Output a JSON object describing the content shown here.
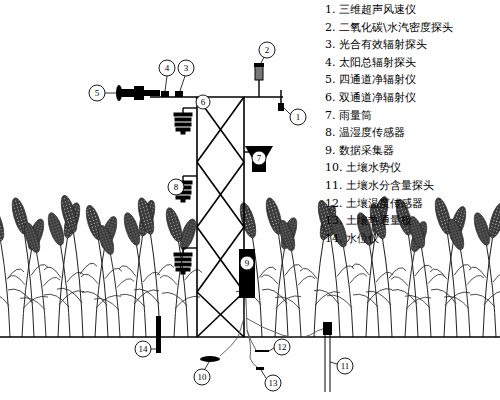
{
  "diagram": {
    "labels": [
      "1. 三维超声风速仪",
      "2. 二氧化碳\\水汽密度探头",
      "3. 光合有效辐射探头",
      "4. 太阳总辐射探头",
      "5. 四通道净辐射仪",
      "6. 双通道净辐射仪",
      "7. 雨量筒",
      "8. 温湿度传感器",
      "9. 数据采集器",
      "10. 土壤水势仪",
      "11. 土壤水分含量探头",
      "12. 土壤温度传感器",
      "13. 土壤热通量板",
      "14. 水位仪",
      "1",
      "2",
      "3",
      "4",
      "5",
      "6",
      "7",
      "8",
      "9",
      "10",
      "11",
      "12",
      "13",
      "14"
    ]
  }
}
